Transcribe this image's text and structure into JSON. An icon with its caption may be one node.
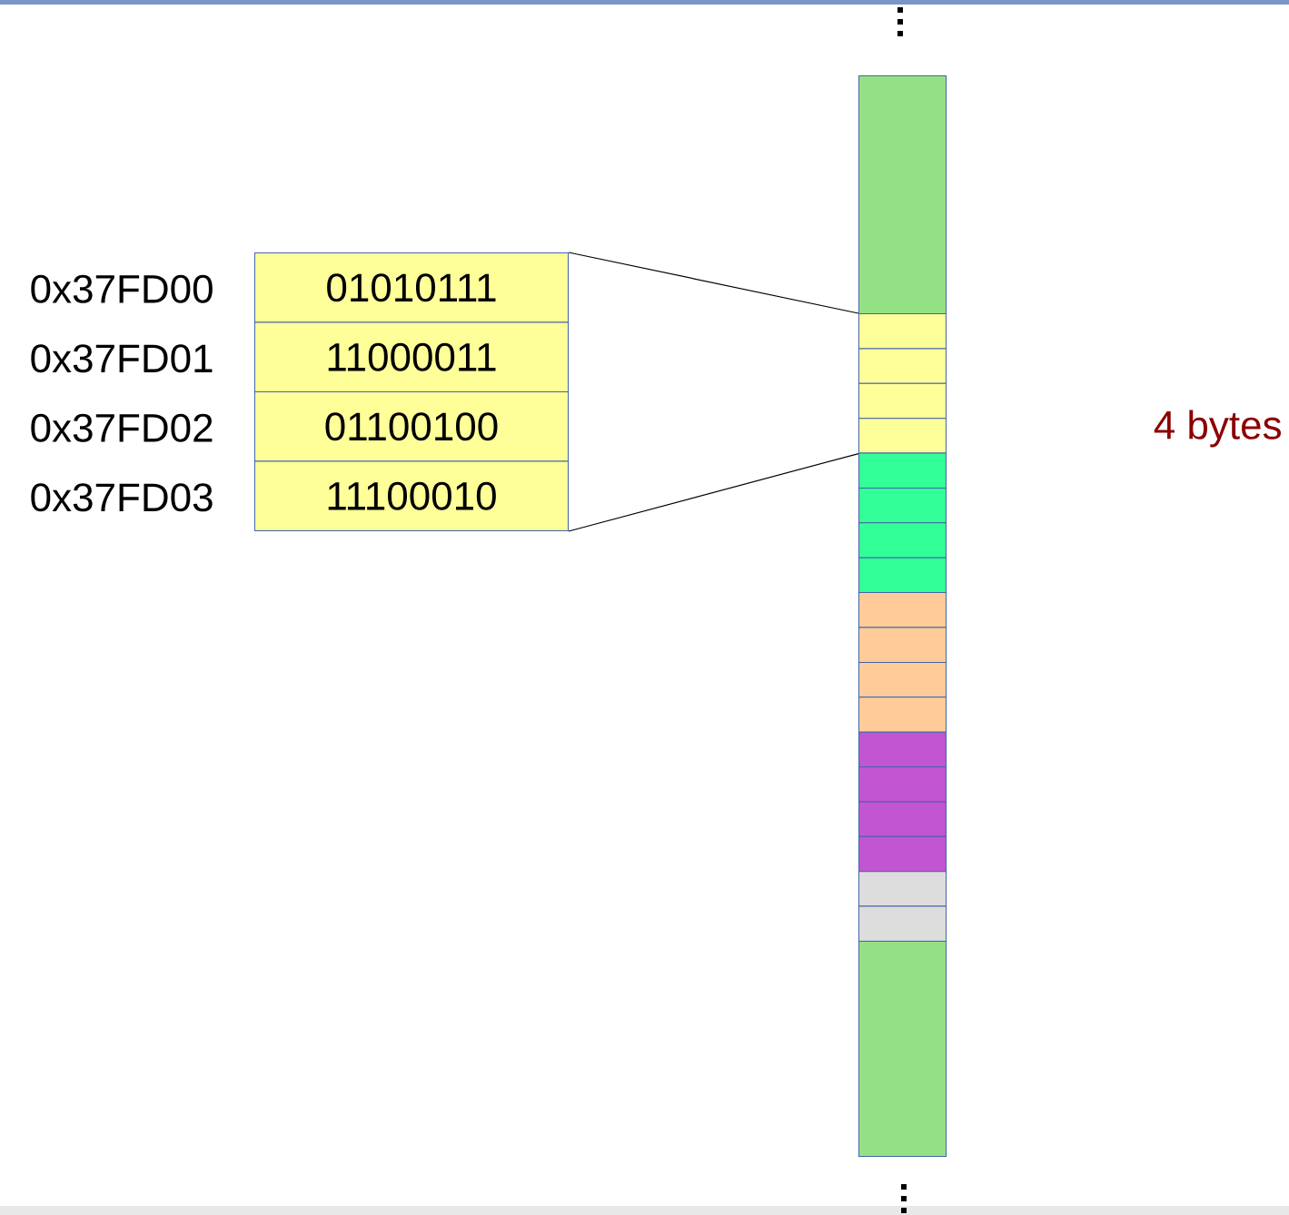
{
  "diagram": {
    "nodes": [
      {
        "text": [
          "01010111"
        ],
        "beside": [
          "0x37FD00"
        ]
      },
      {
        "text": [
          "11000011"
        ],
        "beside": [
          "0x37FD01"
        ]
      },
      {
        "text": [
          "01100100"
        ],
        "beside": [
          "0x37FD02"
        ]
      },
      {
        "text": [
          "11100010"
        ],
        "beside": [
          "0x37FD03"
        ]
      },
      {
        "text": [],
        "shape": "box"
      },
      {
        "text": [],
        "shape": "box"
      },
      {
        "text": [],
        "shape": "box"
      },
      {
        "text": [],
        "shape": "box"
      },
      {
        "text": [],
        "shape": "box"
      },
      {
        "text": [],
        "shape": "box"
      },
      {
        "text": [],
        "shape": "box"
      },
      {
        "text": [],
        "shape": "box"
      },
      {
        "text": [],
        "shape": "box"
      },
      {
        "text": [],
        "shape": "box"
      },
      {
        "text": [],
        "shape": "box"
      },
      {
        "text": [],
        "shape": "box"
      },
      {
        "text": [],
        "shape": "box"
      },
      {
        "text": [],
        "shape": "box"
      },
      {
        "text": [],
        "shape": "box"
      },
      {
        "text": [],
        "shape": "box"
      },
      {
        "text": [],
        "shape": "box"
      },
      {
        "text": [],
        "shape": "box"
      },
      {
        "text": [],
        "shape": "box"
      },
      {
        "text": [],
        "shape": "box"
      }
    ],
    "edges": [
      {
        "from": 0,
        "to": 5,
        "arrow": "none"
      },
      {
        "from": 3,
        "to": 8,
        "arrow": "none"
      }
    ],
    "labels": [
      "4 bytes"
    ]
  }
}
